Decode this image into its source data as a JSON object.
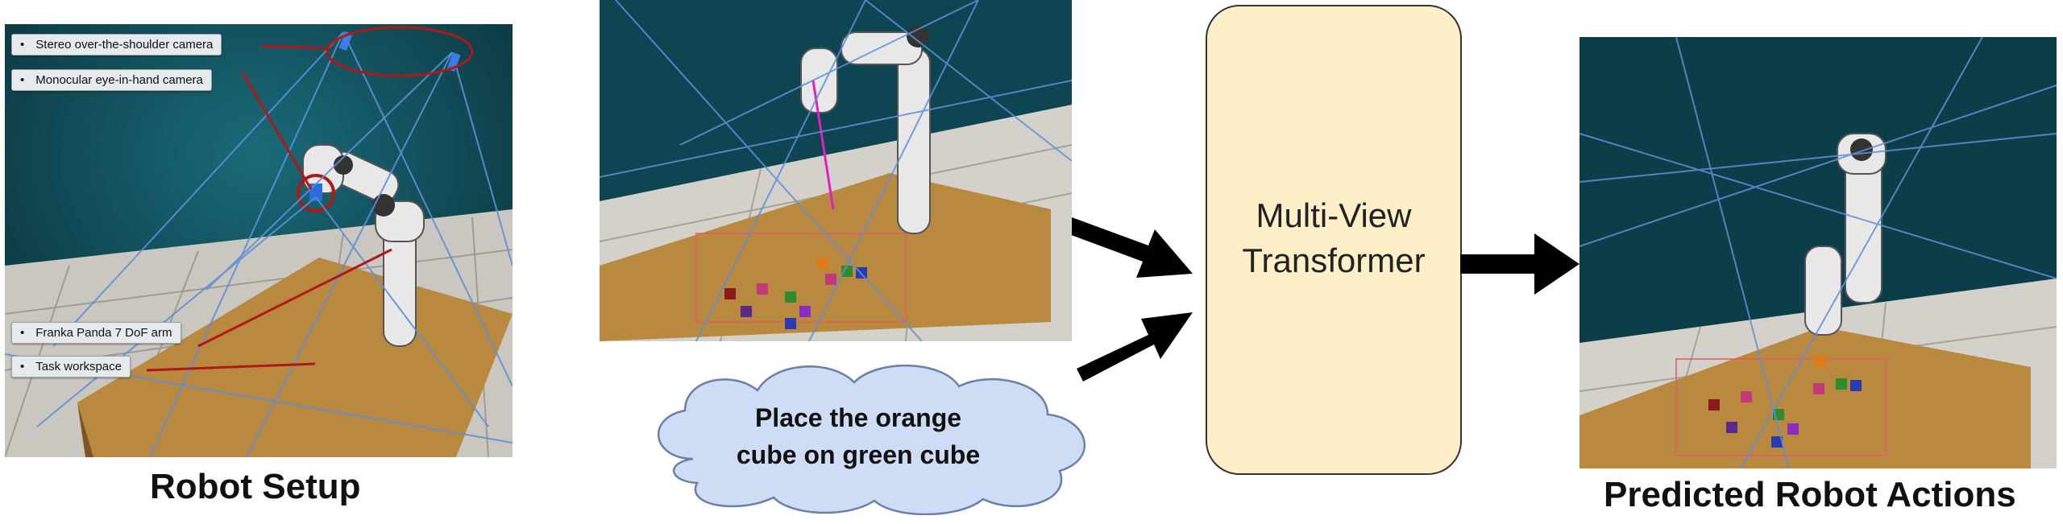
{
  "setup": {
    "caption": "Robot Setup",
    "callouts": [
      {
        "bullet": "•",
        "text": "Stereo over-the-shoulder camera"
      },
      {
        "bullet": "•",
        "text": "Monocular eye-in-hand camera"
      },
      {
        "bullet": "•",
        "text": "Franka Panda 7 DoF arm"
      },
      {
        "bullet": "•",
        "text": "Task workspace"
      }
    ]
  },
  "instruction": {
    "line1": "Place the orange",
    "line2": "cube on green cube"
  },
  "model": {
    "line1": "Multi-View",
    "line2": "Transformer"
  },
  "output": {
    "caption": "Predicted Robot Actions"
  },
  "colors": {
    "transformer_fill": "#fdf0c8",
    "cloud_fill": "#cfdcf5",
    "arrow": "#000000",
    "callout_line": "#b01818",
    "scene_bg": "#0c3e4a",
    "table": "#b8893f"
  }
}
